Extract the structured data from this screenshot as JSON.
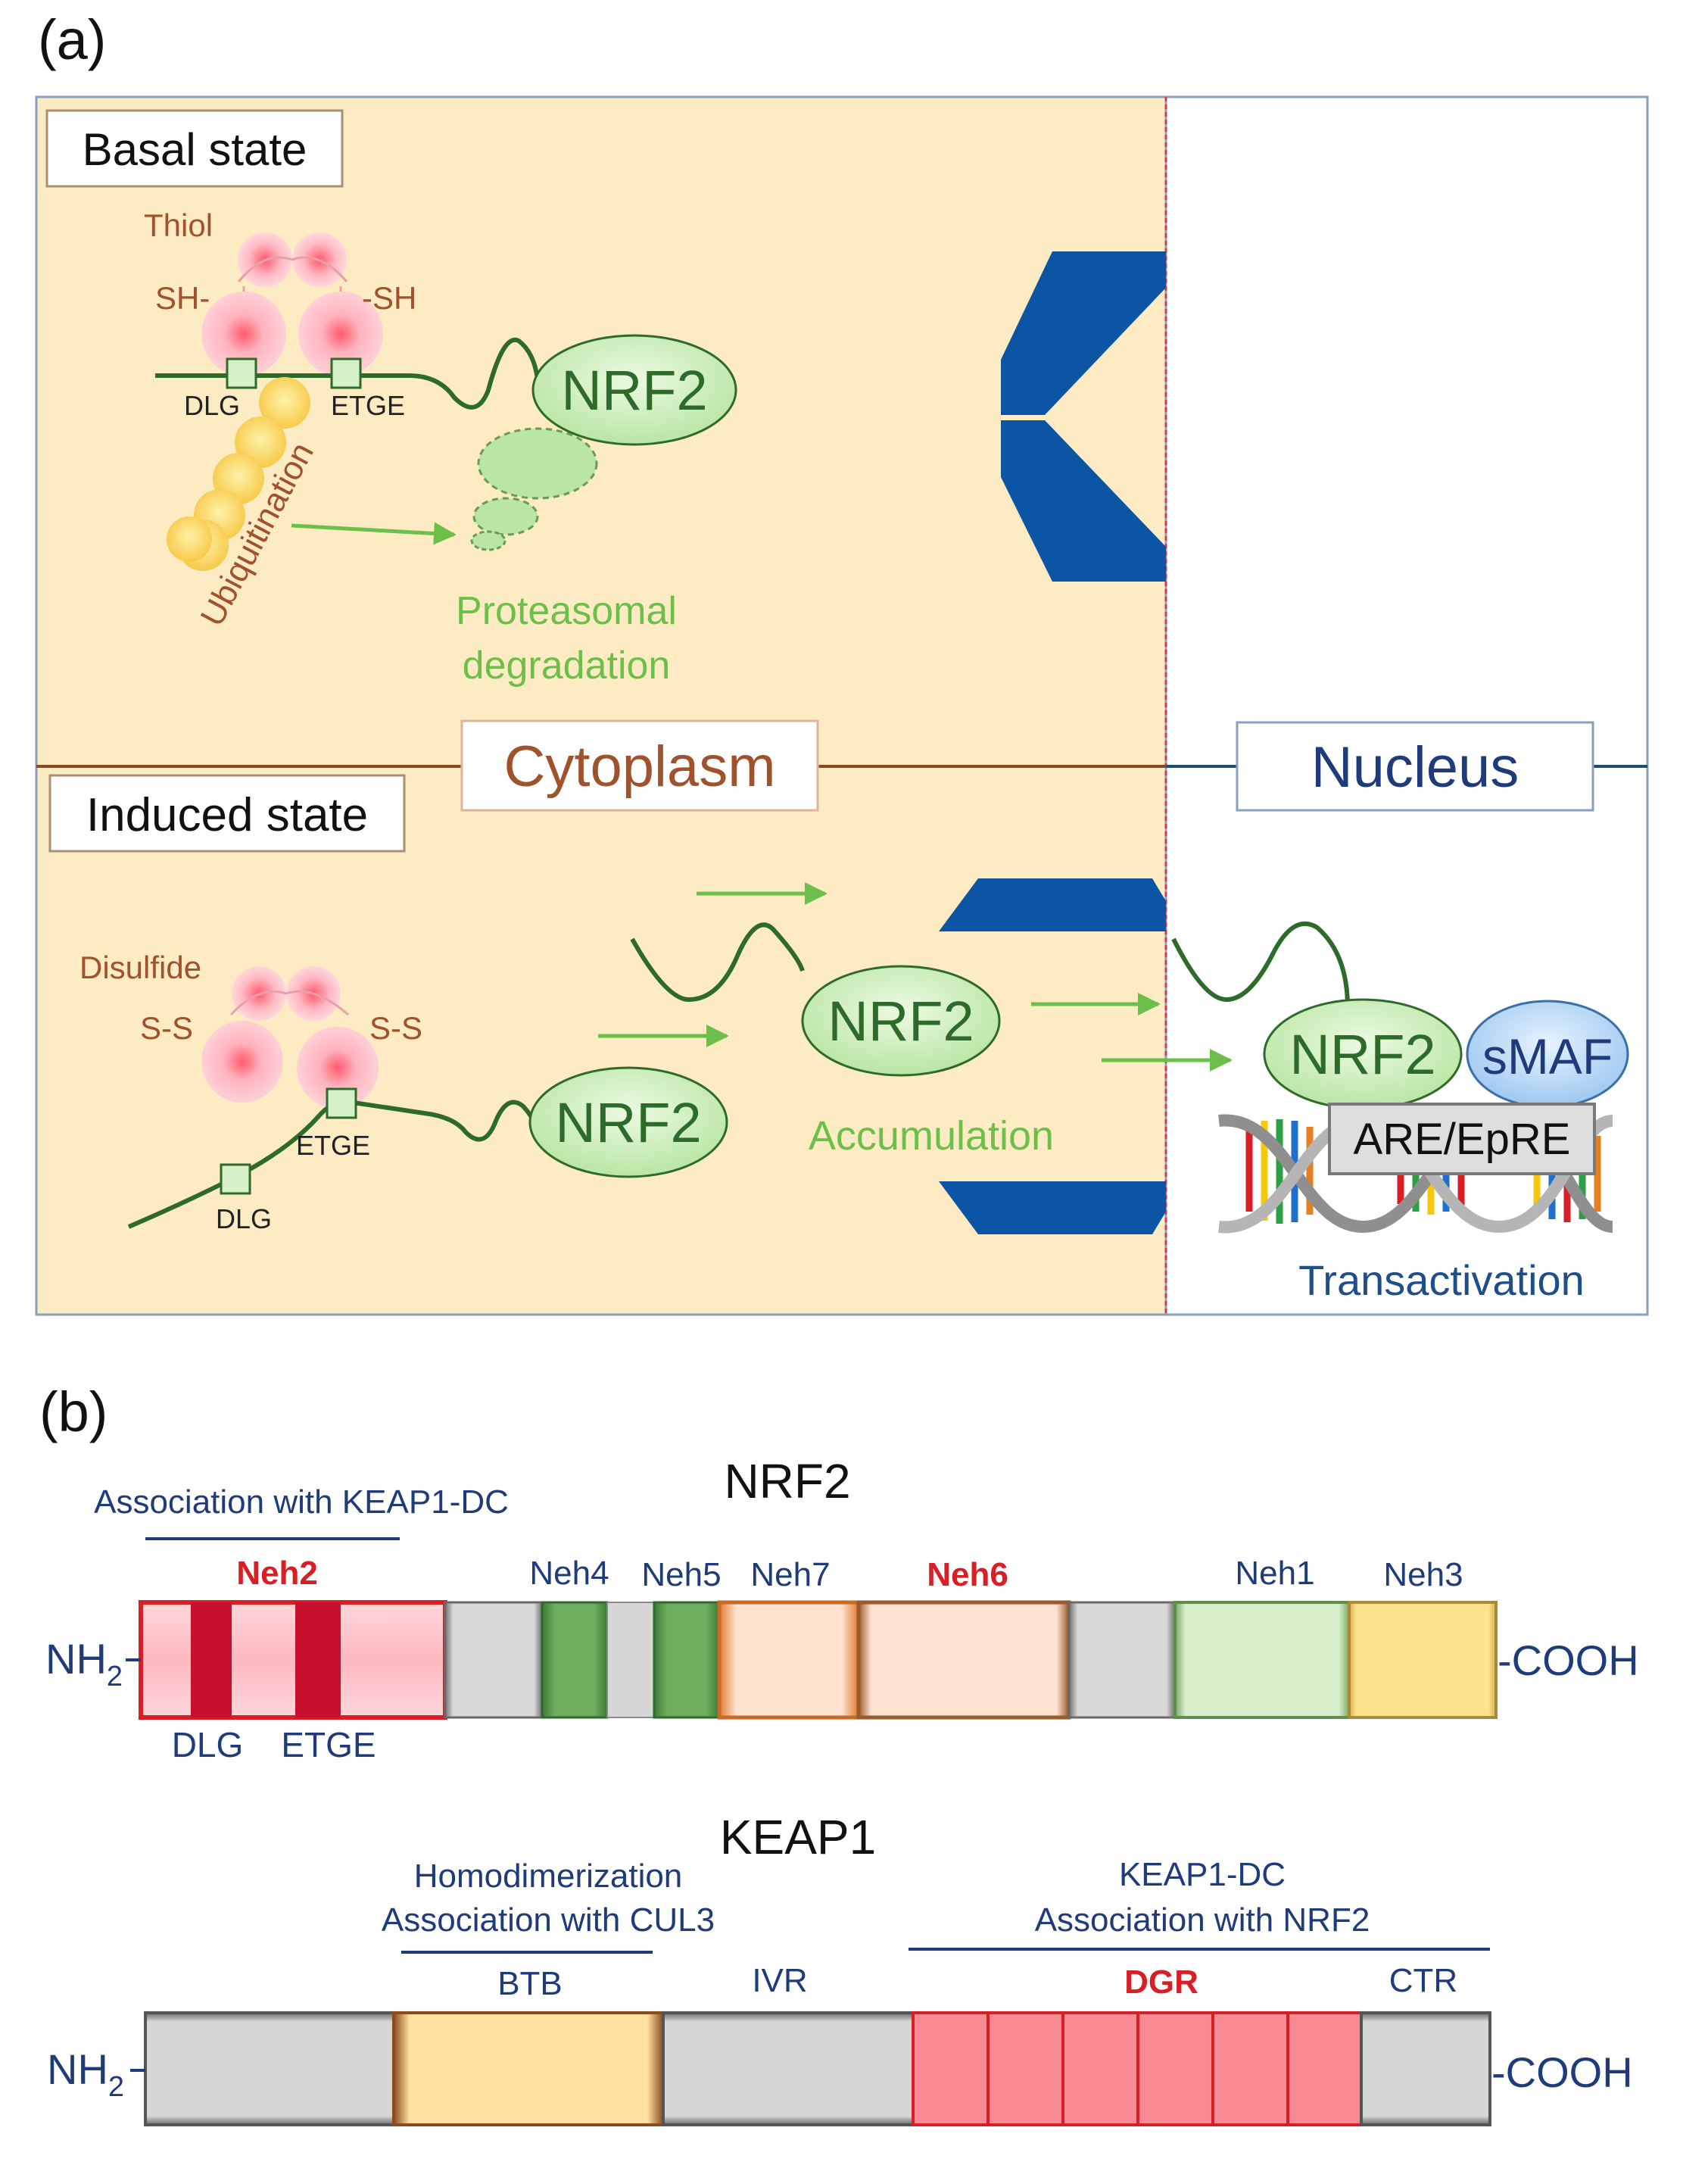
{
  "panel_a": {
    "label": "(a)",
    "basal": {
      "title": "Basal state",
      "thiol": "Thiol",
      "sh_left": "SH-",
      "sh_right": "-SH",
      "dlg": "DLG",
      "etge": "ETGE",
      "nrf2": "NRF2",
      "ubiquitination": "Ubiquitination",
      "degradation_line1": "Proteasomal",
      "degradation_line2": "degradation"
    },
    "cytoplasm": "Cytoplasm",
    "nucleus": "Nucleus",
    "induced": {
      "title": "Induced state",
      "disulfide": "Disulfide",
      "ss_left": "S-S",
      "ss_right": "S-S",
      "etge": "ETGE",
      "dlg": "DLG",
      "nrf2_a": "NRF2",
      "nrf2_b": "NRF2",
      "accumulation": "Accumulation",
      "nrf2_c": "NRF2",
      "smaf": "sMAF",
      "are": "ARE/EpRE",
      "transactivation": "Transactivation"
    }
  },
  "panel_b": {
    "label": "(b)",
    "nrf2": {
      "title": "NRF2",
      "association": "Association with KEAP1-DC",
      "domains": [
        "Neh2",
        "Neh4",
        "Neh5",
        "Neh7",
        "Neh6",
        "Neh1",
        "Neh3"
      ],
      "sub_labels": [
        "DLG",
        "ETGE"
      ],
      "nh2": "NH",
      "nh2_sub": "2",
      "cooh": "-COOH"
    },
    "keap1": {
      "title": "KEAP1",
      "homodim_line1": "Homodimerization",
      "homodim_line2": "Association with CUL3",
      "dc_line1": "KEAP1-DC",
      "dc_line2": "Association with NRF2",
      "domains": [
        "BTB",
        "IVR",
        "DGR",
        "CTR"
      ],
      "nh2": "NH",
      "nh2_sub": "2",
      "cooh": "-COOH"
    }
  },
  "colors": {
    "cytoplasm_bg": "#fdebc4",
    "nrf2_green": "#2e6b2a",
    "label_brown": "#a0522d",
    "light_green_text": "#6cc04a",
    "blue": "#0b55a4",
    "navy_text": "#1f3b7a",
    "red": "#d81f26"
  }
}
